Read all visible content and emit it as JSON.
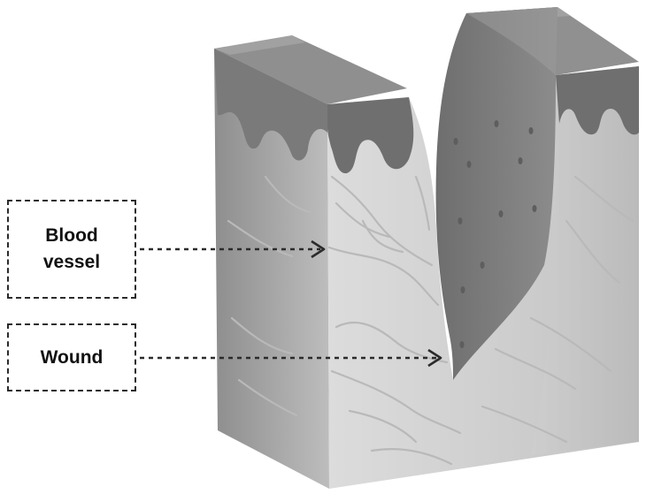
{
  "labels": {
    "blood_vessel_line1": "Blood",
    "blood_vessel_line2": "vessel",
    "wound": "Wound"
  },
  "colors": {
    "outline": "#2b2b2b",
    "text": "#111111",
    "tissue_front": "#d3d3d3",
    "tissue_side": "#9a9a9a",
    "top_surface": "#8a8a8a",
    "epidermis": "#6f6f6f",
    "wound": "#7b7b7b",
    "vessel": "#bdbdbd"
  }
}
